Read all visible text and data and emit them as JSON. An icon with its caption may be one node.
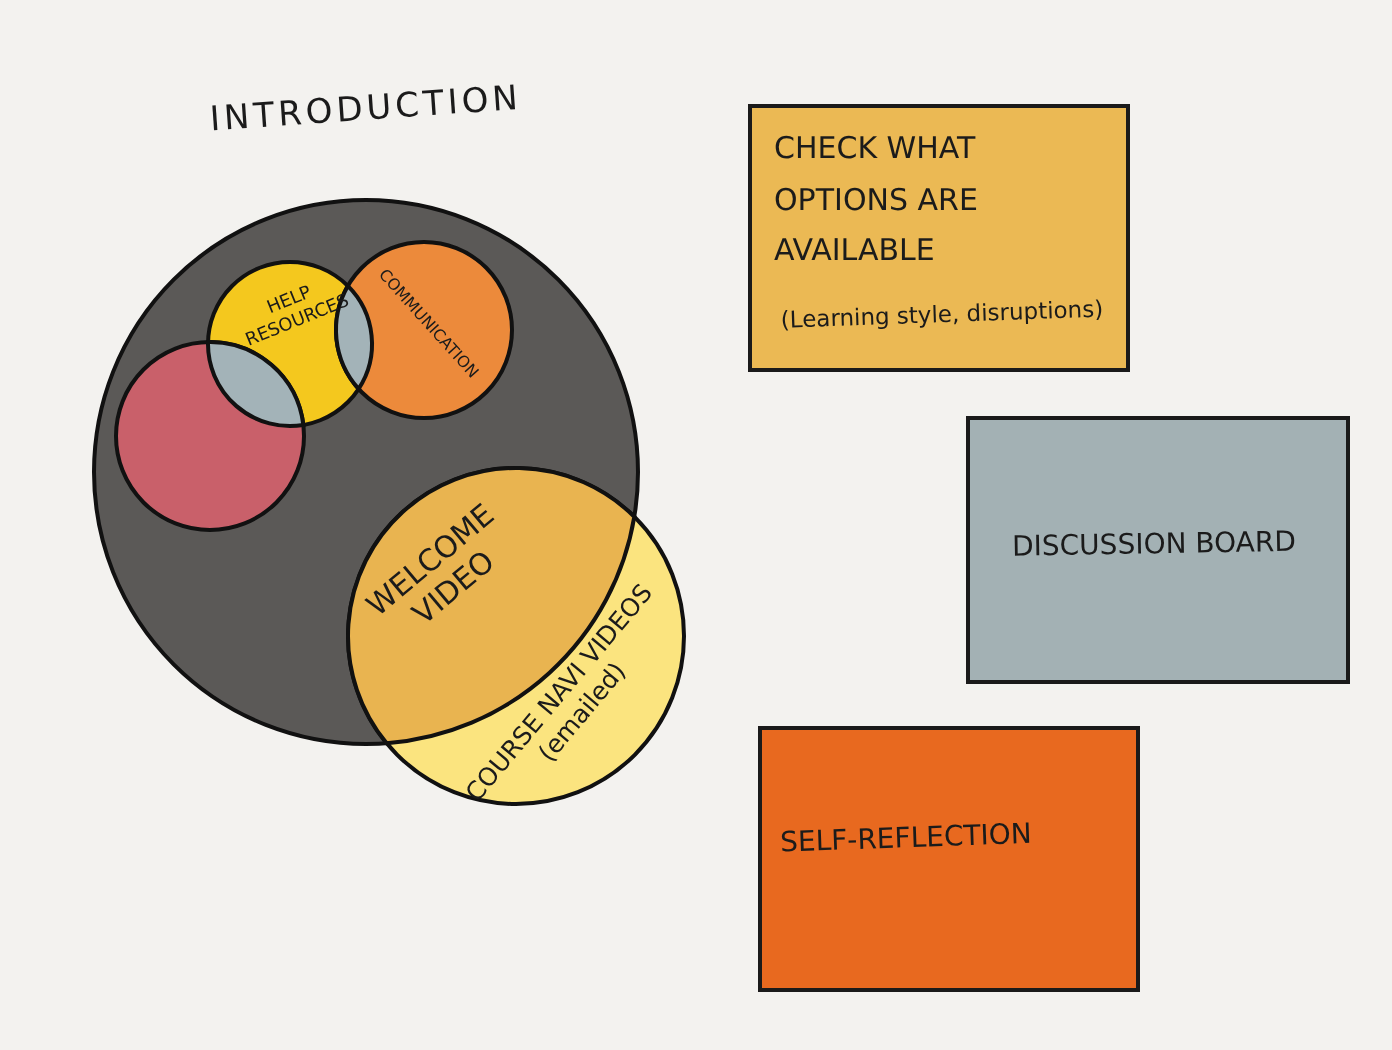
{
  "diagram": {
    "nodes": [
      {
        "text": [
          "INTRODUCTION"
        ]
      },
      {
        "text": [
          "HELP RESOURCES"
        ],
        "in": 0
      },
      {
        "text": [
          "COMMUNICATION"
        ],
        "in": 0
      },
      {
        "text": [],
        "shape": "circle",
        "in": 0
      },
      {
        "text": [
          "WELCOME VIDEO",
          "COURSE NAVI VIDEOS (emailed)"
        ]
      },
      {
        "text": [
          "CHECK WHAT OPTIONS ARE AVAILABLE",
          "(Learning style, disruptions)"
        ]
      },
      {
        "text": [
          "DISCUSSION BOARD"
        ]
      },
      {
        "text": [
          "SELF-REFLECTION"
        ]
      }
    ]
  }
}
